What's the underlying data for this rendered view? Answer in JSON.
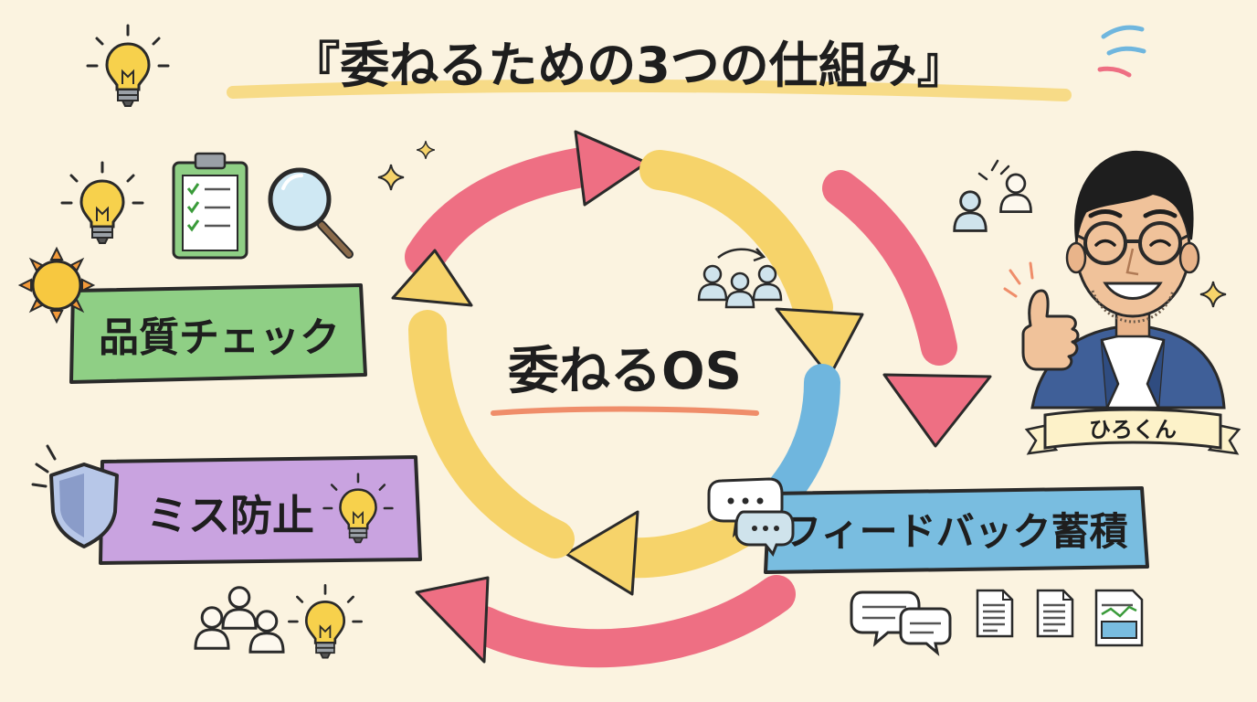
{
  "title": "『委ねるための3つの仕組み』",
  "center_label": "委ねるOS",
  "pillars": [
    {
      "label": "品質チェック",
      "color": "#8fcf85"
    },
    {
      "label": "ミス防止",
      "color": "#c9a3e0"
    },
    {
      "label": "フィードバック蓄積",
      "color": "#79bde0"
    }
  ],
  "person_name": "ひろくん",
  "cycle_colors": {
    "pink": "#ee6f83",
    "yellow": "#f6d36a",
    "blue": "#6fb6de"
  },
  "icons": [
    "lightbulb-icon",
    "clipboard-checklist-icon",
    "magnifier-icon",
    "sun-icon",
    "shield-icon",
    "sparkle-icon",
    "people-group-icon",
    "person-icon",
    "chat-bubble-icon",
    "document-icon",
    "thumbs-up-icon"
  ]
}
